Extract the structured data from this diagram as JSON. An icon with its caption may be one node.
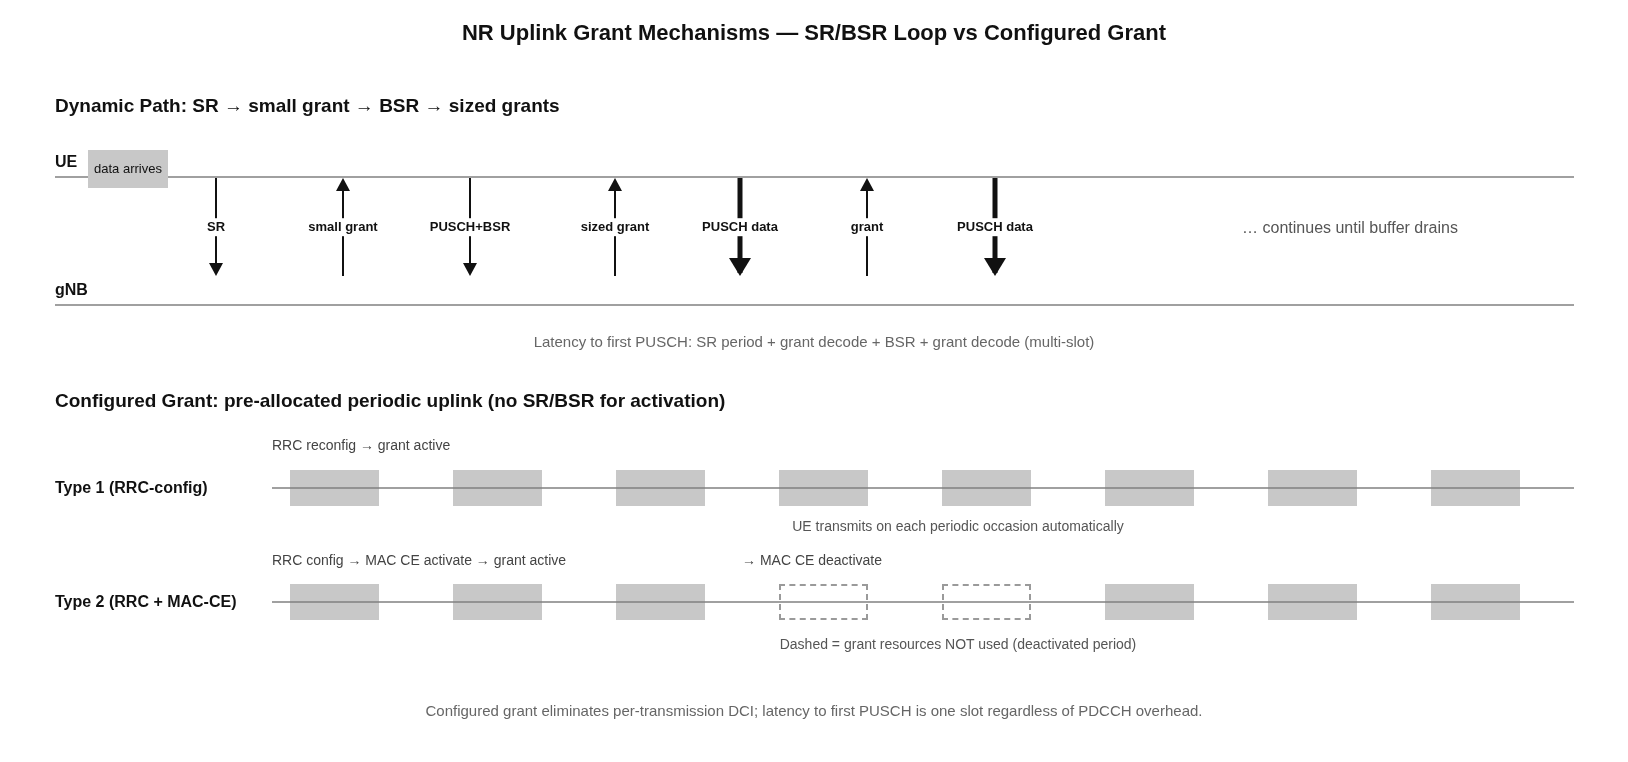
{
  "diagram": {
    "title": "NR Uplink Grant Mechanisms — SR/BSR Loop vs Configured Grant",
    "caption": "Configured grant eliminates per-transmission DCI; latency to first PUSCH is one slot regardless of PDCCH overhead.",
    "nodes": [
      {
        "text": [
          "UE"
        ]
      },
      {
        "text": [
          "data arrives"
        ]
      },
      {
        "text": [
          "gNB"
        ]
      },
      {
        "text": [],
        "shape": "box"
      },
      {
        "text": [],
        "shape": "box"
      },
      {
        "text": [],
        "shape": "box"
      },
      {
        "text": [],
        "shape": "box"
      },
      {
        "text": [],
        "shape": "box"
      },
      {
        "text": [],
        "shape": "box"
      },
      {
        "text": [],
        "shape": "box"
      },
      {
        "text": [],
        "shape": "box"
      },
      {
        "text": [],
        "shape": "box"
      },
      {
        "text": [],
        "shape": "box"
      },
      {
        "text": [],
        "shape": "box"
      },
      {
        "text": [],
        "shape": "box"
      },
      {
        "text": [],
        "shape": "box"
      },
      {
        "text": [],
        "shape": "box"
      },
      {
        "text": [],
        "shape": "box"
      },
      {
        "text": [],
        "shape": "box"
      }
    ],
    "edges": [
      {
        "from": 0,
        "to": 2,
        "arrow": "to",
        "label": "SR"
      },
      {
        "from": 2,
        "to": 0,
        "arrow": "to",
        "label": "small grant"
      },
      {
        "from": 0,
        "to": 2,
        "arrow": "to",
        "label": "PUSCH+BSR"
      },
      {
        "from": 2,
        "to": 0,
        "arrow": "to",
        "label": "sized grant"
      },
      {
        "from": 0,
        "to": 2,
        "arrow": "to",
        "label": "PUSCH data",
        "style": "thick"
      },
      {
        "from": 2,
        "to": 0,
        "arrow": "to",
        "label": "grant"
      },
      {
        "from": 0,
        "to": 2,
        "arrow": "to",
        "label": "PUSCH data",
        "style": "thick"
      }
    ],
    "labels": [
      "Dynamic Path: SR → small grant → BSR → sized grants",
      "… continues until buffer drains",
      "Latency to first PUSCH: SR period + grant decode + BSR + grant decode (multi-slot)",
      "Configured Grant: pre-allocated periodic uplink (no SR/BSR for activation)",
      "RRC reconfig → grant active",
      "Type 1 (RRC-config)",
      "UE transmits on each periodic occasion automatically",
      "RRC config → MAC CE activate → grant active",
      "→ MAC CE deactivate",
      "Type 2 (RRC + MAC-CE)",
      "Dashed = grant resources NOT used (deactivated period)"
    ]
  }
}
